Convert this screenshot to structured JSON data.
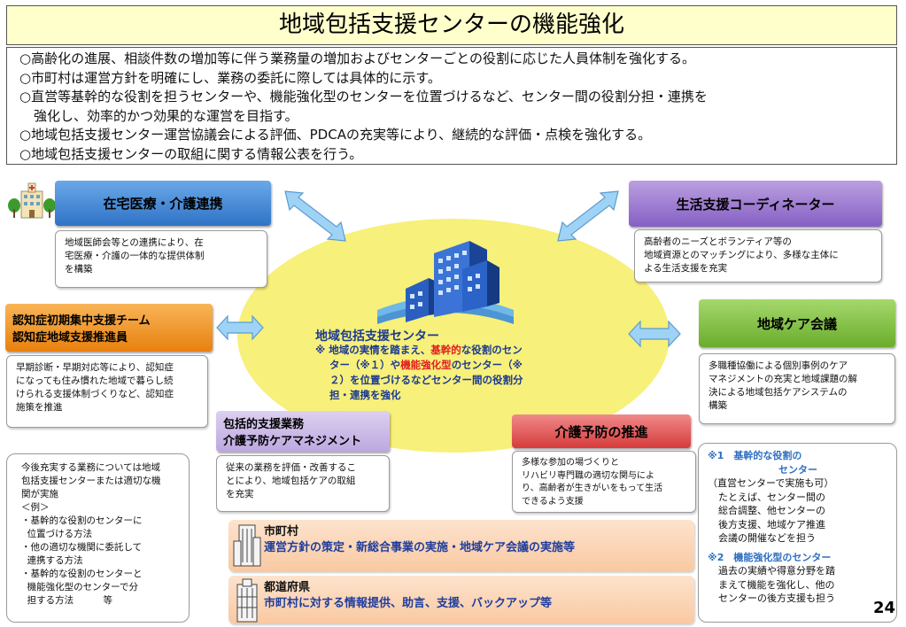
{
  "title": "地域包括支援センターの機能強化",
  "intro": [
    "○高齢化の進展、相談件数の増加等に伴う業務量の増加およびセンターごとの役割に応じた人員体制を強化する。",
    "○市町村は運営方針を明確にし、業務の委託に際しては具体的に示す。",
    "○直営等基幹的な役割を担うセンターや、機能強化型のセンターを位置づけるなど、センター間の役割分担・連携を",
    "強化し、効率的かつ効果的な運営を目指す。",
    "○地域包括支援センター運営協議会による評価、PDCAの充実等により、継続的な評価・点検を強化する。",
    "○地域包括支援センターの取組に関する情報公表を行う。"
  ],
  "home_care": {
    "title": "在宅医療・介護連携",
    "desc": [
      "地域医師会等との連携により、在",
      "宅医療・介護の一体的な提供体制",
      "を構築"
    ]
  },
  "life_support": {
    "title": "生活支援コーディネーター",
    "desc": [
      "高齢者のニーズとボランティア等の",
      "地域資源とのマッチングにより、多様な主体に",
      "よる生活支援を充実"
    ]
  },
  "dementia": {
    "title_line1": "認知症初期集中支援チーム",
    "title_line2": "認知症地域支援推進員",
    "desc": [
      "早期診断・早期対応等により、認知症",
      "になっても住み慣れた地域で暮らし続",
      "けられる支援体制づくりなど、認知症",
      "施策を推進"
    ]
  },
  "care_meeting": {
    "title": "地域ケア会議",
    "desc": [
      "多職種協働による個別事例のケア",
      "マネジメントの充実と地域課題の解",
      "決による地域包括ケアシステムの",
      "構築"
    ]
  },
  "center": {
    "title": "地域包括支援センター",
    "note_mark": "※",
    "note_a": " 地域の実情を踏まえ、",
    "note_hl1": "基幹的",
    "note_b": "な役割のセン",
    "note_c": "ター（※１）や",
    "note_hl2": "機能強化型",
    "note_d": "のセンター（※",
    "note_e": "２）を位置づけるなどセンター間の役割分",
    "note_f": "担・連携を強化"
  },
  "comprehensive": {
    "title_line1": "包括的支援業務",
    "title_line2": "介護予防ケアマネジメント",
    "desc": [
      "従来の業務を評価・改善するこ",
      "とにより、地域包括ケアの取組",
      "を充実"
    ]
  },
  "prevention": {
    "title": "介護予防の推進",
    "desc": [
      "多様な参加の場づくりと",
      "リハビリ専門職の適切な関与によ",
      "り、高齢者が生きがいをもって生活",
      "できるよう支援"
    ]
  },
  "future_tasks": "今後充実する業務については地域\n包括支援センターまたは適切な機\n関が実施\n＜例＞\n・基幹的な役割のセンターに\n  位置づける方法\n・他の適切な機関に委託して\n  連携する方法\n・基幹的な役割のセンターと\n  機能強化型のセンターで分\n  担する方法          等",
  "municipality": {
    "title": "市町村",
    "desc": "運営方針の策定・新総合事業の実施・地域ケア会議の実施等"
  },
  "prefecture": {
    "title": "都道府県",
    "desc": "市町村に対する情報提供、助言、支援、バックアップ等"
  },
  "notes": {
    "n1_head": "※1　基幹的な役割の",
    "n1_head2": "センター",
    "n1_lines": [
      "（直営センターで実施も可）",
      "たとえば、センター間の",
      "総合調整、他センターの",
      "後方支援、地域ケア推進",
      "会議の開催などを担う"
    ],
    "n2_head": "※2　機能強化型のセンター",
    "n2_lines": [
      "過去の実績や得意分野を踏",
      "まえて機能を強化し、他の",
      "センターの後方支援も担う"
    ]
  },
  "page_number": "24",
  "colors": {
    "title_bg": "#ffffcc",
    "ellipse": "#f7f07a",
    "blue_header": "#2f73c6",
    "purple_header": "#8560c4",
    "orange_header": "#e8810f",
    "green_header": "#6aad2c",
    "red_header": "#d63b3b",
    "navy_text": "#1c3a91",
    "highlight_red": "#e01e1e"
  }
}
